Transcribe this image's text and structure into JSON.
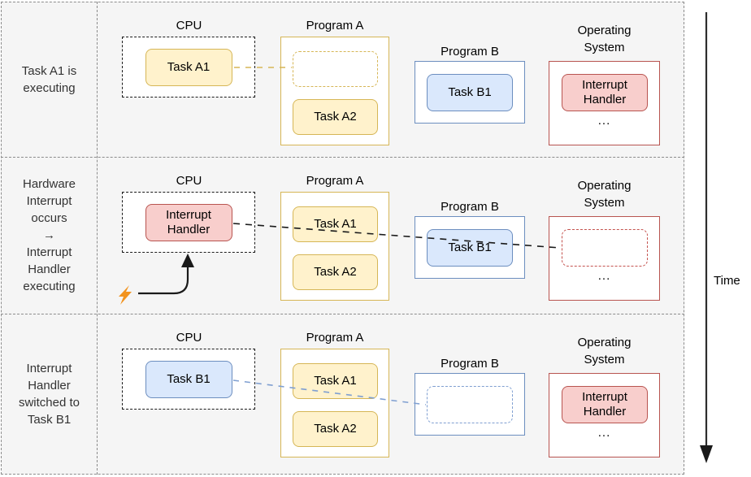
{
  "columns": {
    "cpu": "CPU",
    "program_a": "Program A",
    "program_b": "Program B",
    "os": "Operating\nSystem"
  },
  "time_label": "Time",
  "ellipsis": "...",
  "rows": [
    {
      "label": "Task A1 is\nexecuting",
      "cpu_task": "Task A1",
      "program_a": {
        "slot1": "",
        "slot2": "Task A2"
      },
      "program_b": {
        "slot1": "Task B1"
      },
      "os": {
        "slot1": "Interrupt Handler"
      },
      "connector": "Task A1 in CPU linked to empty slot in Program A (yellow dashed)"
    },
    {
      "label": "Hardware\nInterrupt\noccurs\n→\nInterrupt\nHandler\nexecuting",
      "cpu_task": "Interrupt Handler",
      "program_a": {
        "slot1": "Task A1",
        "slot2": "Task A2"
      },
      "program_b": {
        "slot1": "Task B1"
      },
      "os": {
        "slot1": ""
      },
      "connector": "Interrupt Handler in CPU linked to empty slot in Operating System (black dashed); lightning-bolt arrow into CPU"
    },
    {
      "label": "Interrupt\nHandler\nswitched to\nTask B1",
      "cpu_task": "Task B1",
      "program_a": {
        "slot1": "Task A1",
        "slot2": "Task A2"
      },
      "program_b": {
        "slot1": ""
      },
      "os": {
        "slot1": "Interrupt Handler"
      },
      "connector": "Task B1 in CPU linked to empty slot in Program B (blue dashed)"
    }
  ],
  "colors": {
    "yellow_fill": "#FFF2CC",
    "yellow_stroke": "#D6B656",
    "blue_fill": "#DAE8FC",
    "blue_stroke": "#6C8EBF",
    "red_fill": "#F8CECC",
    "red_stroke": "#B85450",
    "grid_bg": "#F5F5F5",
    "grid_dash": "#8C8C8C",
    "bolt": "#F2931E",
    "connector_black": "#1a1a1a"
  }
}
